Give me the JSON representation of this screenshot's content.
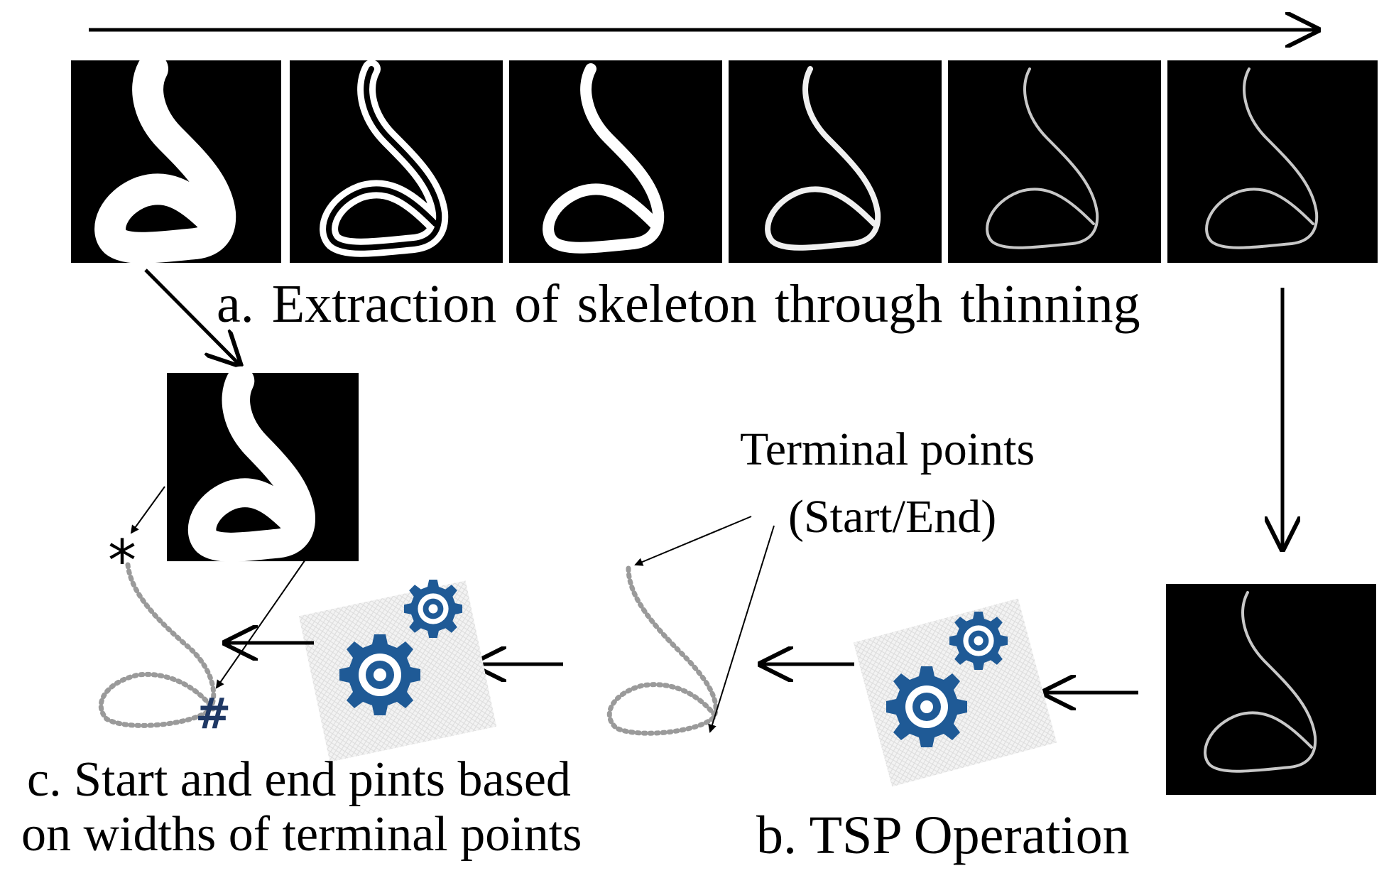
{
  "captions": {
    "thinning": "a. Extraction of skeleton through thinning",
    "tsp": "b. TSP Operation",
    "start_end_line1": "c. Start and end pints based",
    "start_end_line2": "on widths of terminal points",
    "terminal_line1": "Terminal points",
    "terminal_line2": "(Start/End)"
  },
  "markers": {
    "start": "*",
    "end": "#"
  },
  "icons": {
    "thinning_frames": "glyph-frame",
    "process": "gears-icon"
  },
  "colors": {
    "gear": "#1f5a96",
    "frame_bg": "#000000",
    "glyph": "#ffffff",
    "skeleton": "#c8c8c8",
    "dotted_path": "#9a9a9a",
    "end_marker": "#1f3864"
  }
}
